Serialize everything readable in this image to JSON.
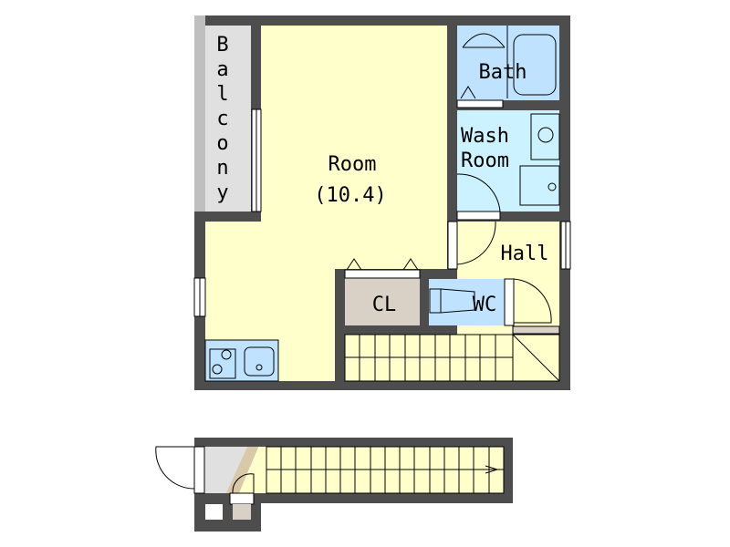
{
  "floorplan": {
    "rooms": {
      "balcony": {
        "letters": [
          "B",
          "a",
          "l",
          "c",
          "o",
          "n",
          "y"
        ]
      },
      "room": {
        "name": "Room",
        "size": "(10.4)"
      },
      "bath": {
        "name": "Bath"
      },
      "wash": {
        "line1": "Wash",
        "line2": "Room"
      },
      "hall": {
        "name": "Hall"
      },
      "closet": {
        "name": "CL"
      },
      "wc": {
        "name": "WC"
      }
    },
    "colors": {
      "wall": "#4d4d4d",
      "room": "#ffffcc",
      "bath": "#bfe3ff",
      "wash": "#ccf2ff",
      "closet": "#d9d0c6",
      "balcony": "#e0e0e0"
    }
  }
}
